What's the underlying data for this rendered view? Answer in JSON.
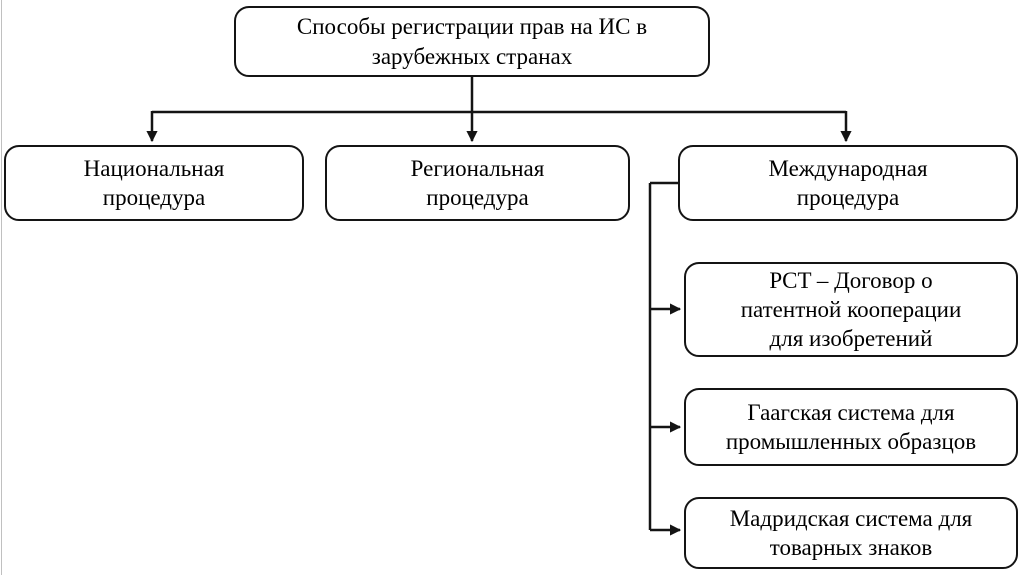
{
  "title": "Способы регистрации прав на ИС в зарубежных странах",
  "colors": {
    "line": "#141414",
    "box_bg": "#ffffff",
    "text": "#000000",
    "canvas_bg": "#ffffff",
    "edge_line": "#c0c0c0"
  },
  "nodes": {
    "root": {
      "label": "Способы регистрации прав на ИС в\nзарубежных странах"
    },
    "national": {
      "label": "Национальная\nпроцедура"
    },
    "regional": {
      "label": "Региональная\nпроцедура"
    },
    "international": {
      "label": "Международная\nпроцедура"
    },
    "pct": {
      "label": "PCT – Договор о\nпатентной кооперации\nдля изобретений"
    },
    "hague": {
      "label": "Гаагская система для\nпромышленных образцов"
    },
    "madrid": {
      "label": "Мадридская система для\nтоварных знаков"
    }
  }
}
